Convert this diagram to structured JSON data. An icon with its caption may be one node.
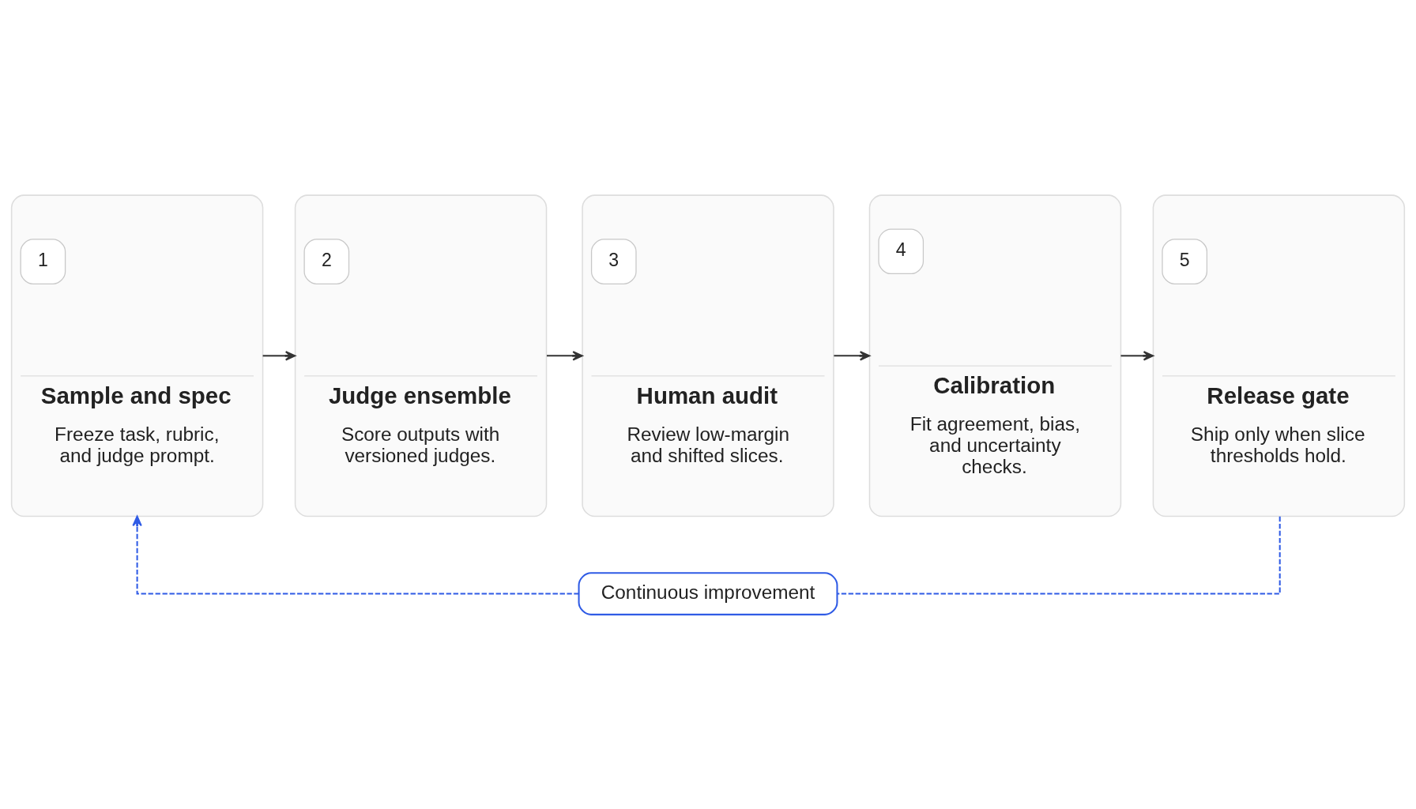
{
  "diagram": {
    "nodes": [
      {
        "text": [
          "1",
          "Sample and spec",
          "Freeze task, rubric, and judge prompt."
        ]
      },
      {
        "text": [
          "2",
          "Judge ensemble",
          "Score outputs with versioned judges."
        ]
      },
      {
        "text": [
          "3",
          "Human audit",
          "Review low-margin and shifted slices."
        ]
      },
      {
        "text": [
          "4",
          "Calibration",
          "Fit agreement, bias, and uncertainty checks."
        ]
      },
      {
        "text": [
          "5",
          "Release gate",
          "Ship only when slice thresholds hold."
        ]
      },
      {
        "text": [
          "Continuous improvement"
        ]
      }
    ],
    "edges": [
      {
        "from": 0,
        "to": 1,
        "arrow": "to"
      },
      {
        "from": 1,
        "to": 2,
        "arrow": "to"
      },
      {
        "from": 2,
        "to": 3,
        "arrow": "to"
      },
      {
        "from": 3,
        "to": 4,
        "arrow": "to"
      },
      {
        "from": 4,
        "to": 5,
        "arrow": "none",
        "style": "dashed",
        "color": "#2f5be5"
      },
      {
        "from": 5,
        "to": 0,
        "arrow": "to",
        "style": "dashed",
        "color": "#2f5be5"
      }
    ]
  }
}
